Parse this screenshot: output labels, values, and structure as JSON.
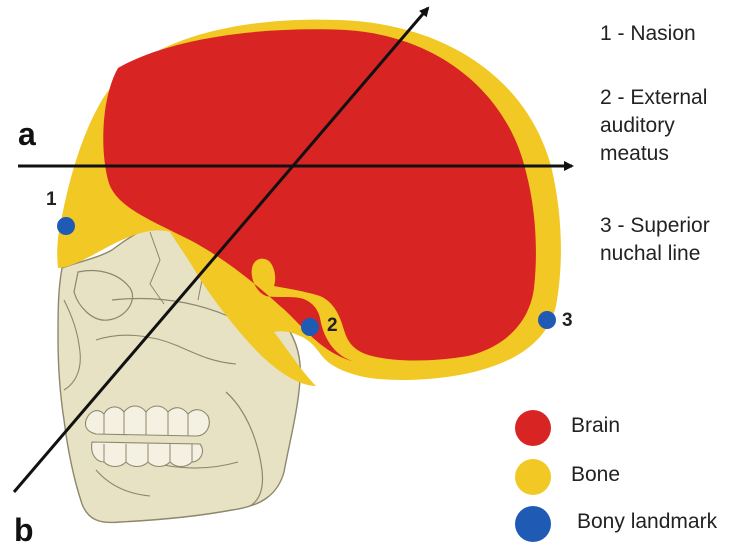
{
  "axes": {
    "a_label": "a",
    "b_label": "b"
  },
  "landmark_numbers": [
    "1",
    "2",
    "3"
  ],
  "key_entries": [
    {
      "text": "1 - Nasion",
      "lines": [
        "1 - Nasion"
      ]
    },
    {
      "text": "2 - External auditory meatus",
      "lines": [
        "2 - External",
        "auditory",
        "meatus"
      ]
    },
    {
      "text": "3 - Superior nuchal line",
      "lines": [
        "3 - Superior",
        "nuchal line"
      ]
    }
  ],
  "legend": [
    {
      "label": "Brain",
      "color": "#d82423"
    },
    {
      "label": "Bone",
      "color": "#f2c824"
    },
    {
      "label": "Bony landmark",
      "color": "#1f5bb5"
    }
  ],
  "colors": {
    "brain": "#d82423",
    "bone": "#f2c824",
    "landmark": "#1f5bb5",
    "face": "#e7e2c3",
    "outline": "#8d876d",
    "axis_line": "#111111"
  }
}
